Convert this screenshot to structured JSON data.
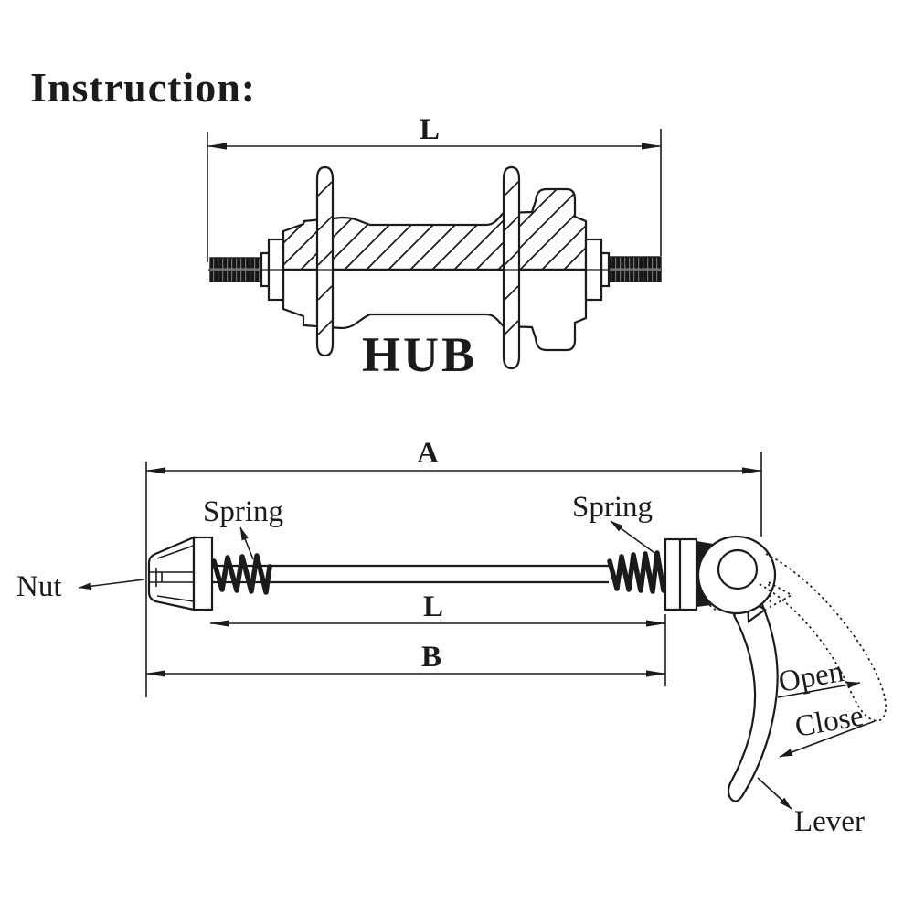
{
  "page": {
    "background": "#ffffff",
    "ink": "#1b1b1b"
  },
  "title": "Instruction:",
  "hub": {
    "name": "HUB",
    "dim_l": "L"
  },
  "skewer": {
    "dim_a": "A",
    "dim_l": "L",
    "dim_b": "B",
    "nut": "Nut",
    "spring_left": "Spring",
    "spring_right": "Spring",
    "open": "Open",
    "close": "Close",
    "lever": "Lever"
  }
}
